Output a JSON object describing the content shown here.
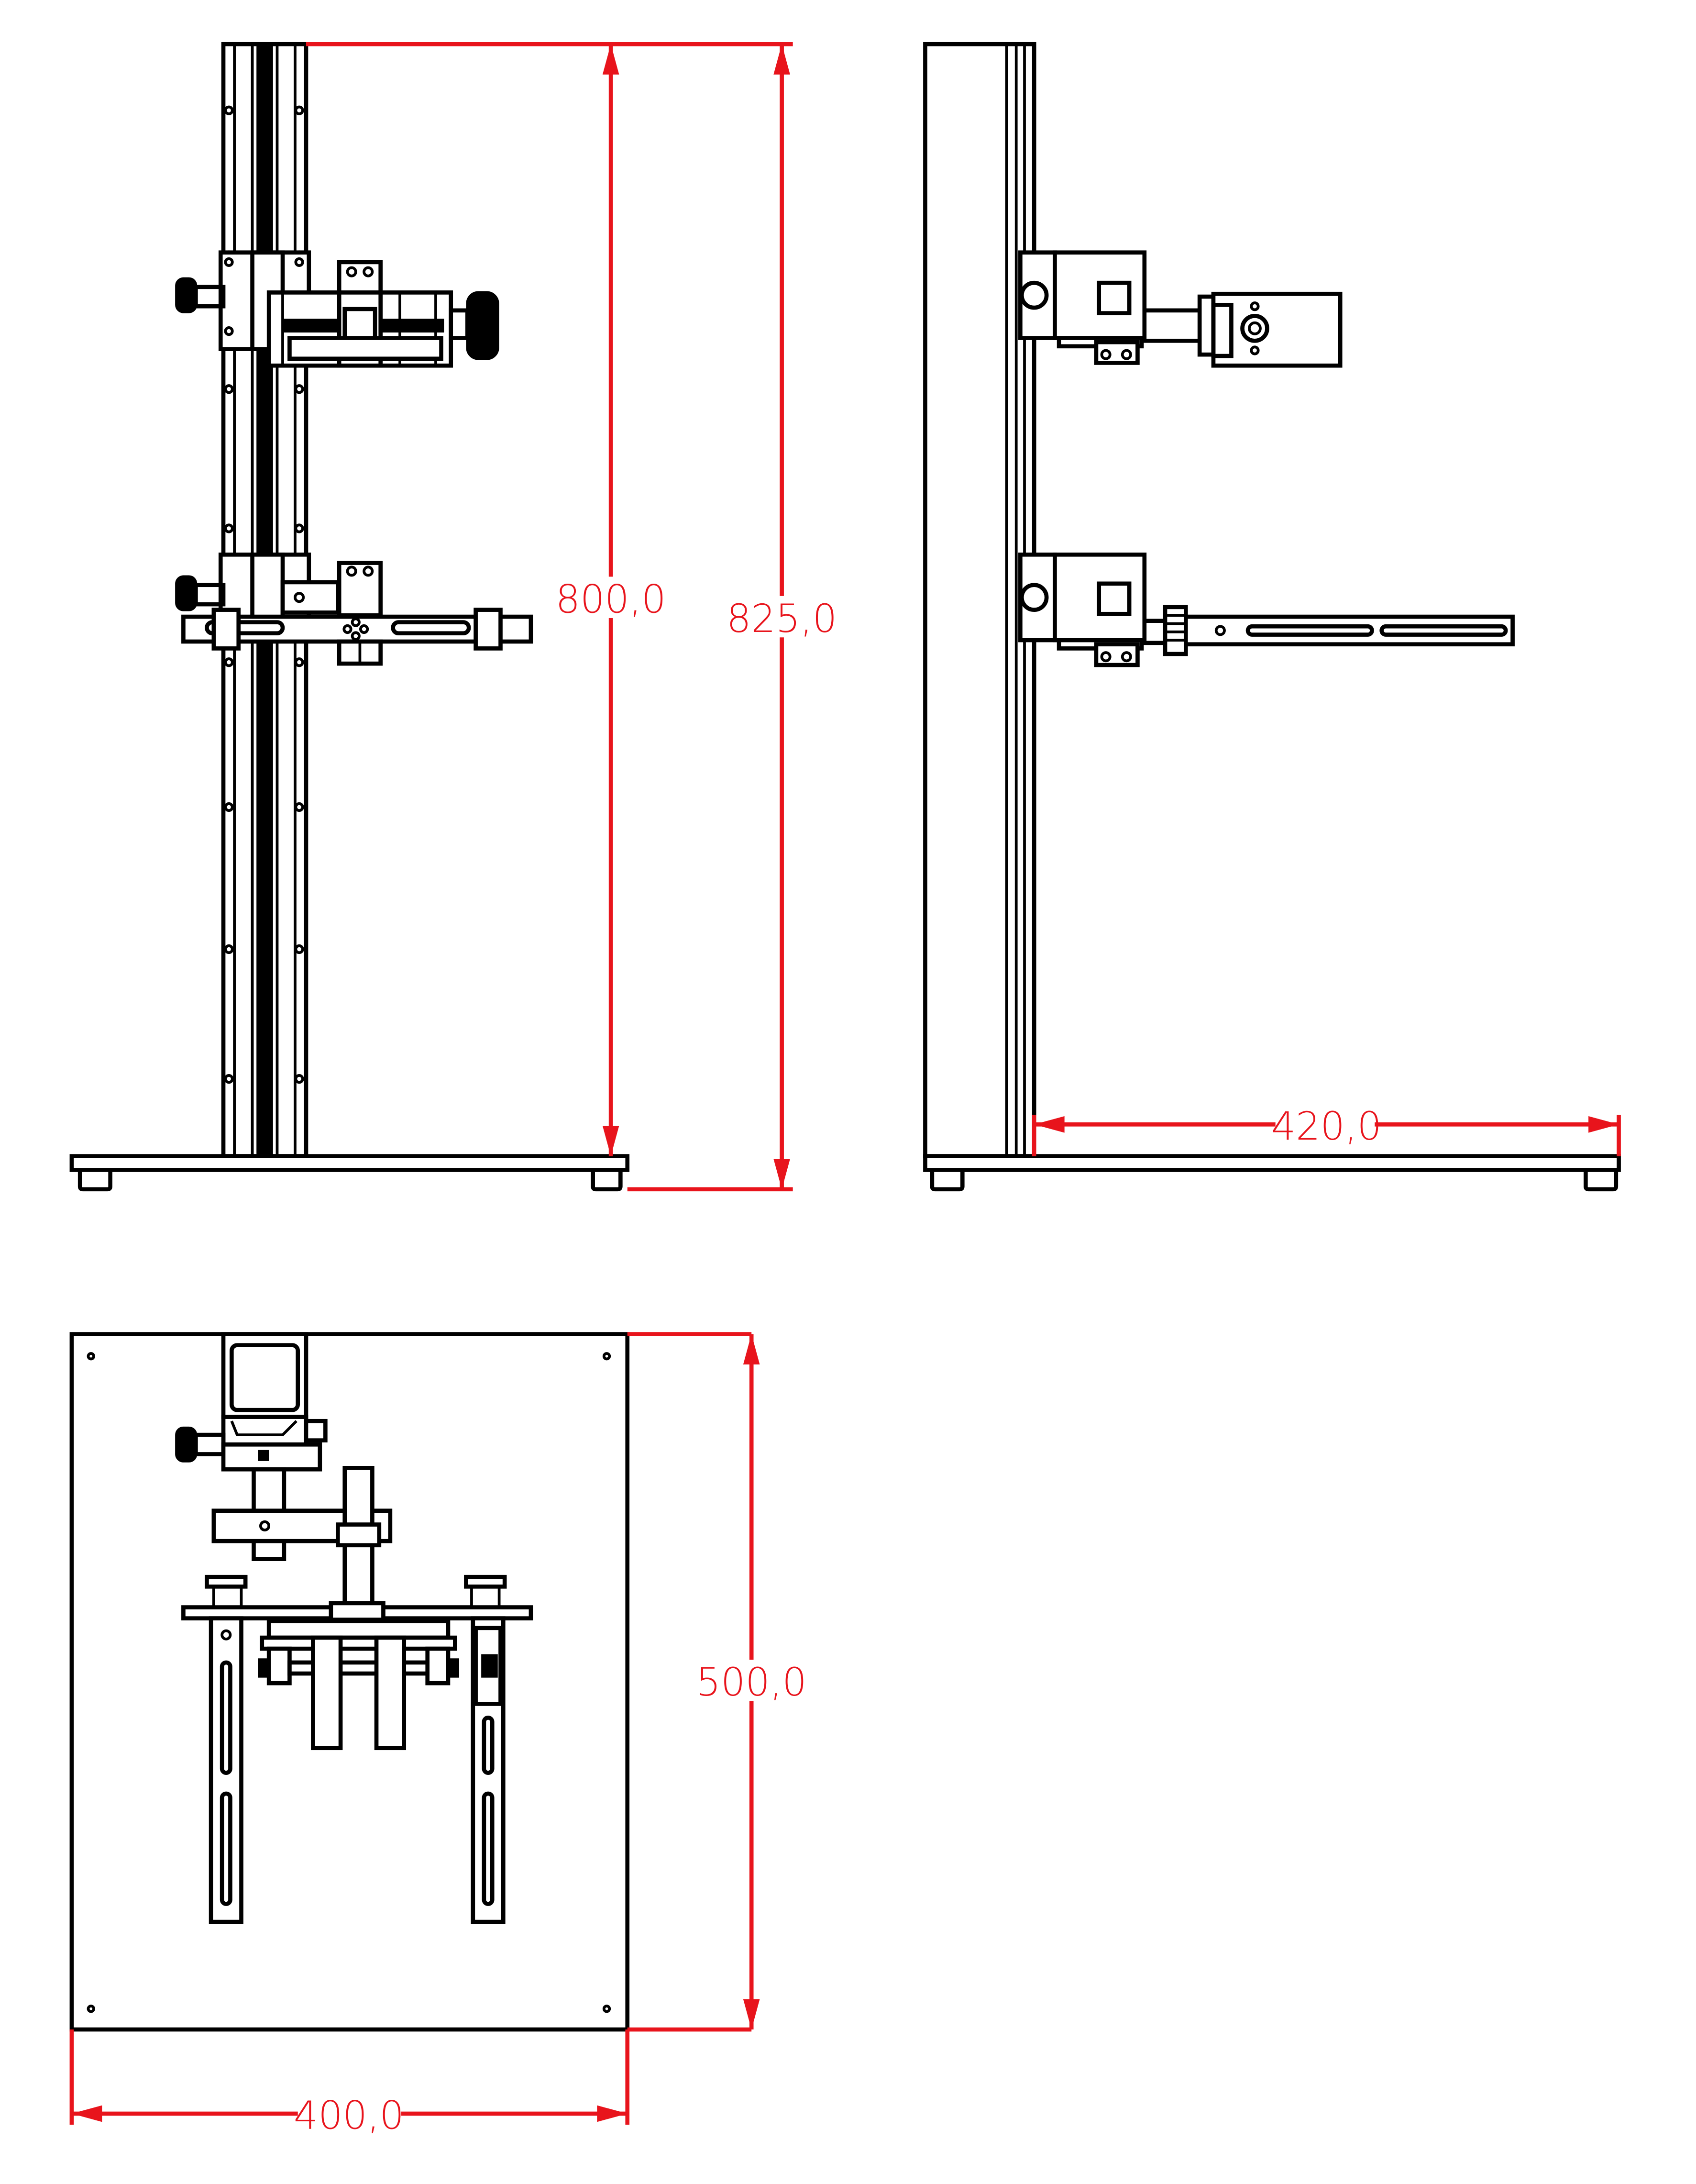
{
  "dimensions": {
    "rail_height": "800,0",
    "total_height": "825,0",
    "side_depth": "420,0",
    "base_depth": "500,0",
    "base_width": "400,0"
  },
  "colors": {
    "line": "#000000",
    "dimension": "#e8141c",
    "background": "#ffffff"
  }
}
